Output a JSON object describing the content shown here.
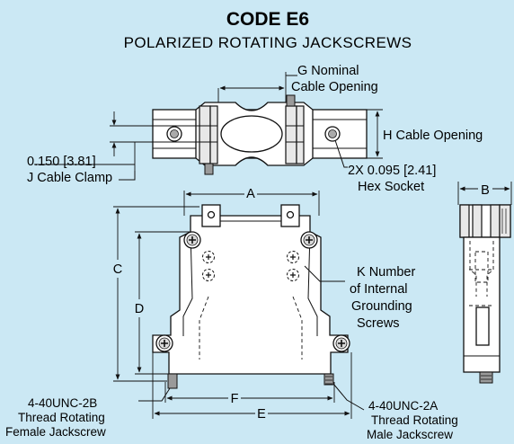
{
  "header": {
    "title": "CODE E6",
    "subtitle": "POLARIZED ROTATING JACKSCREWS"
  },
  "labels": {
    "g_line1": "G Nominal",
    "g_line2": "Cable Opening",
    "h_label": "H  Cable Opening",
    "j_line1": "0.150 [3.81]",
    "j_line2": "J Cable Clamp",
    "hex_line1": "2X 0.095 [2.41]",
    "hex_line2": "Hex Socket",
    "dim_a": "A",
    "dim_b": "B",
    "dim_c": "C",
    "dim_d": "D",
    "dim_e": "E",
    "dim_f": "F",
    "k_line1": "K Number",
    "k_line2": "of Internal",
    "k_line3": "Grounding",
    "k_line4": "Screws",
    "female_line1": "4-40UNC-2B",
    "female_line2": "Thread Rotating",
    "female_line3": "Female Jackscrew",
    "male_line1": "4-40UNC-2A",
    "male_line2": "Thread Rotating",
    "male_line3": "Male Jackscrew"
  }
}
